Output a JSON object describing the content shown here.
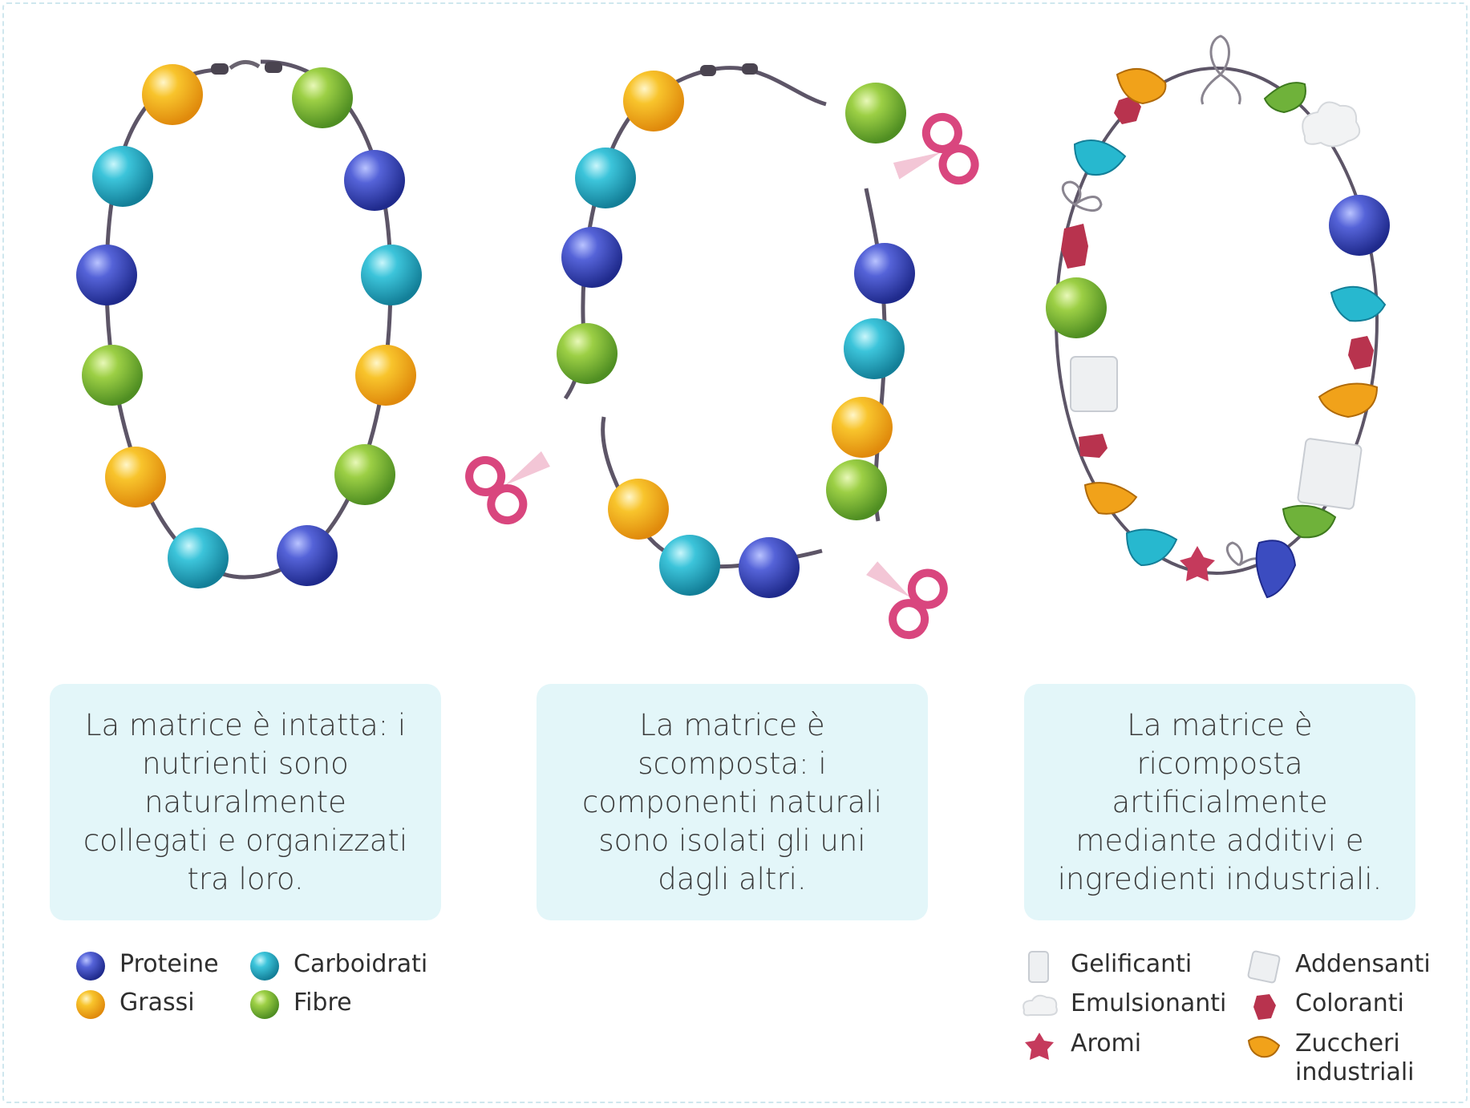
{
  "panels": [
    {
      "caption": "La matrice è intatta: i nutrienti sono naturalmente collegati e organizzati tra loro."
    },
    {
      "caption": "La matrice è scomposta: i componenti naturali sono isolati gli uni dagli altri."
    },
    {
      "caption": "La matrice è ricomposta artificialmente mediante additivi e ingredienti industriali."
    }
  ],
  "legend_nutrients": [
    {
      "label": "Proteine",
      "icon": "blue-bead-icon",
      "color": "#3b4cc0"
    },
    {
      "label": "Carboidrati",
      "icon": "cyan-bead-icon",
      "color": "#27b8cf"
    },
    {
      "label": "Grassi",
      "icon": "yellow-bead-icon",
      "color": "#f5b81c"
    },
    {
      "label": "Fibre",
      "icon": "green-bead-icon",
      "color": "#8cc63e"
    }
  ],
  "legend_additives": [
    {
      "label": "Gelificanti",
      "icon": "gelling-agent-icon"
    },
    {
      "label": "Addensanti",
      "icon": "thickener-icon"
    },
    {
      "label": "Emulsionanti",
      "icon": "emulsifier-icon"
    },
    {
      "label": "Coloranti",
      "icon": "colorant-icon"
    },
    {
      "label": "Aromi",
      "icon": "flavoring-icon"
    },
    {
      "label": "Zuccheri industriali",
      "icon": "industrial-sugar-icon"
    }
  ],
  "colors": {
    "protein": "#3b4cc0",
    "carb": "#27b8cf",
    "fat": "#f5b81c",
    "fiber": "#8cc63e",
    "string": "#5d5567",
    "scissors": "#d9467e",
    "card_bg": "#e3f6f9",
    "colorant": "#b8334e"
  }
}
